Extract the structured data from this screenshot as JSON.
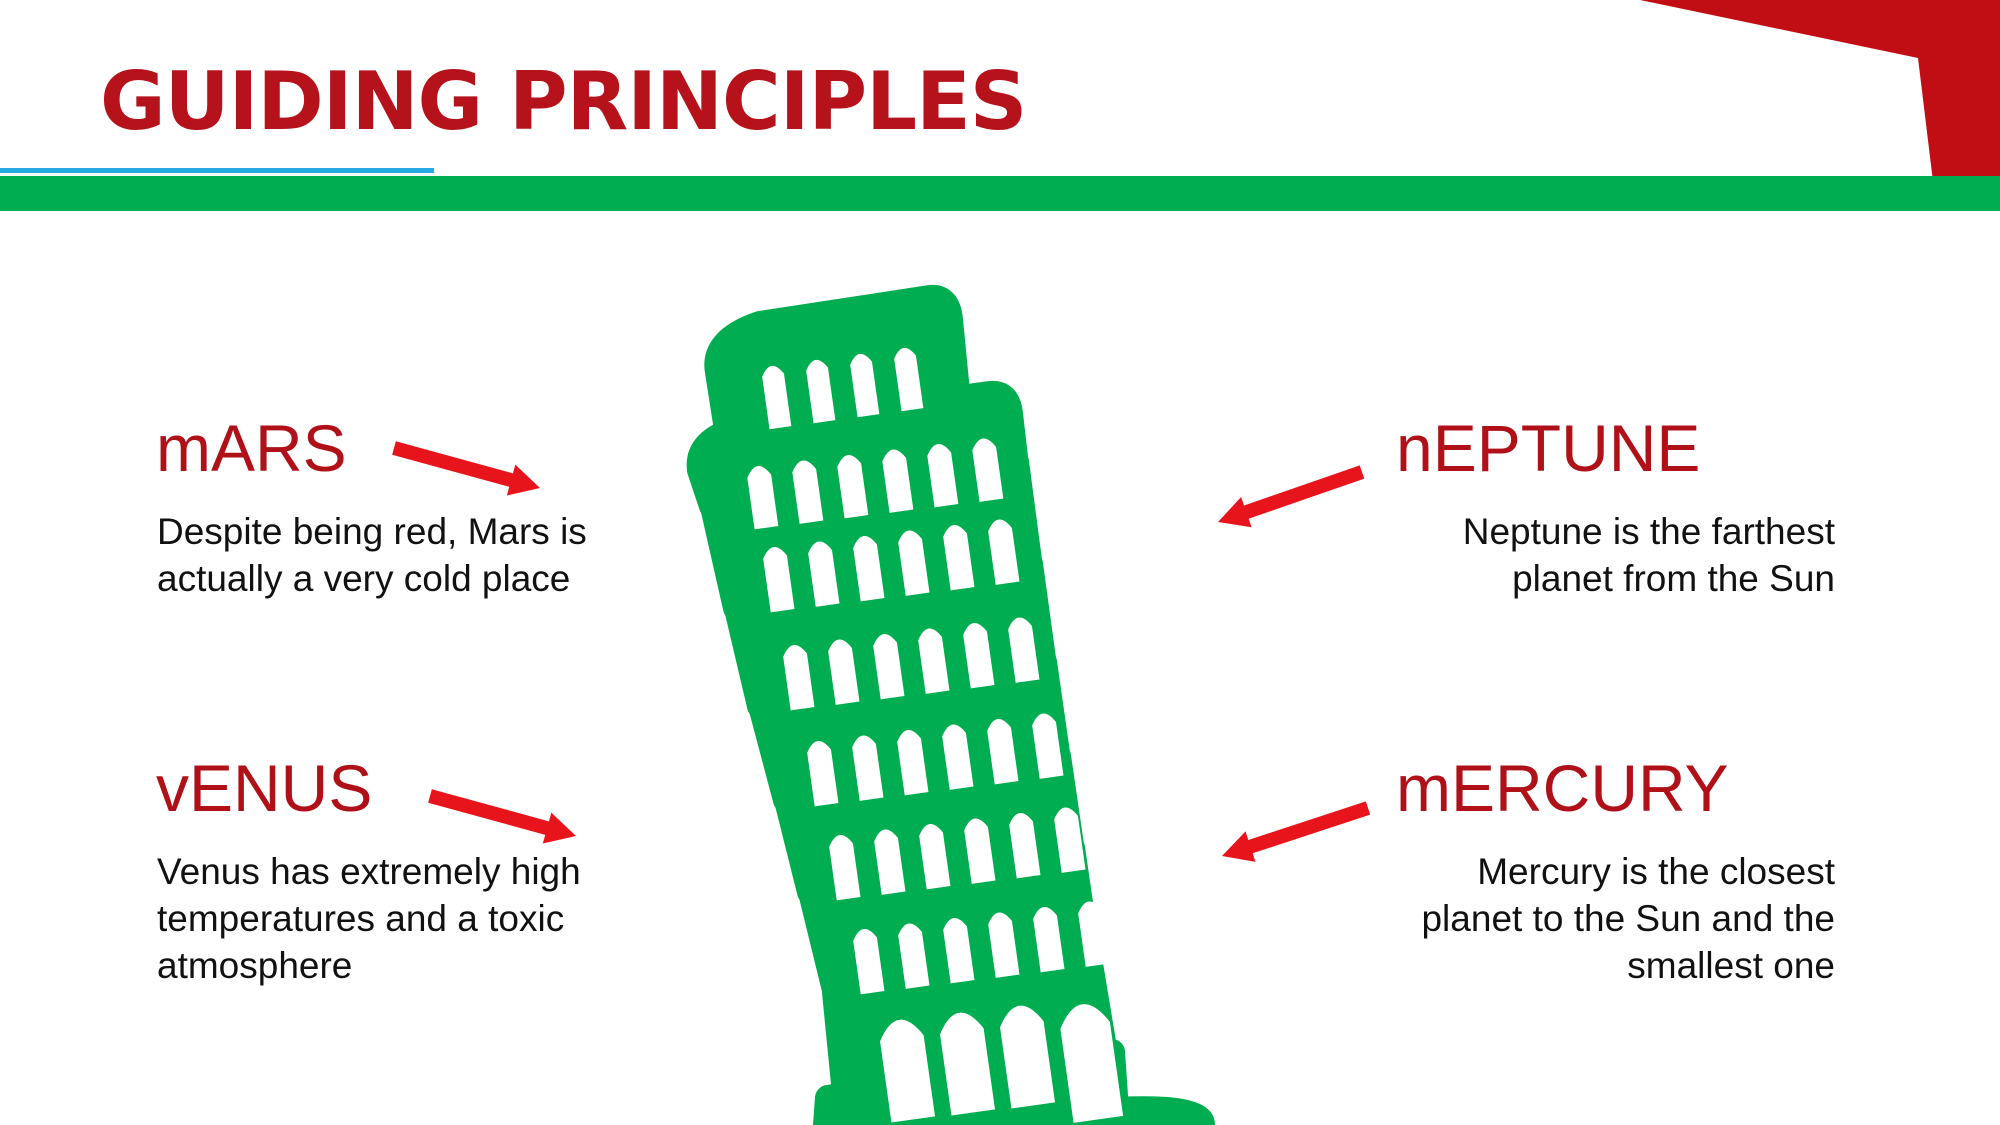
{
  "slide": {
    "title": "GUIDING PRINCIPLES"
  },
  "colors": {
    "title_red": "#b5121b",
    "heading_red": "#b01119",
    "arrow_red": "#e8141c",
    "band_green": "#00ad50",
    "tower_green": "#00ad50",
    "accent_blue": "#27a9e1",
    "corner_red": "#c10d14"
  },
  "items": [
    {
      "heading": "mARS",
      "description": "Despite being red, Mars is actually a very cold place"
    },
    {
      "heading": "vENUS",
      "description": "Venus has extremely high temperatures and a toxic atmosphere"
    },
    {
      "heading": "nEPTUNE",
      "description": "Neptune is the farthest planet from the Sun"
    },
    {
      "heading": "mERCURY",
      "description": "Mercury is the closest planet to the Sun and the smallest one"
    }
  ],
  "icons": {
    "tower": "leaning-tower-icon",
    "pointer": "arrow-icon"
  }
}
